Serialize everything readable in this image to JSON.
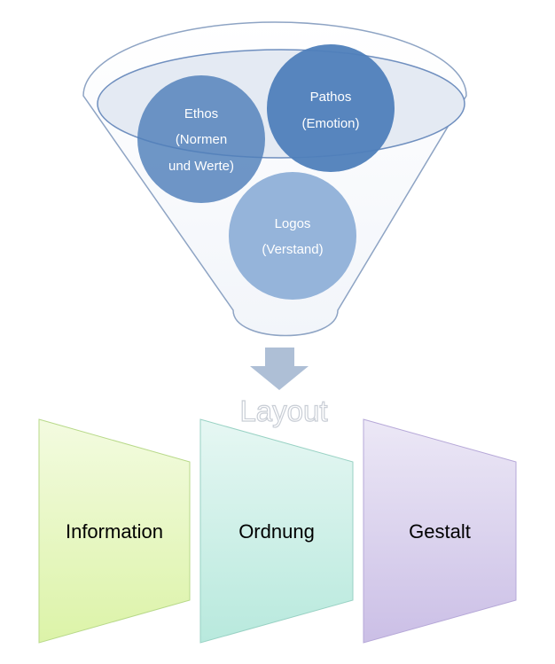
{
  "funnel": {
    "circles": [
      {
        "id": "ethos",
        "lines": [
          "Ethos",
          "(Normen",
          "und Werte)"
        ]
      },
      {
        "id": "pathos",
        "lines": [
          "Pathos",
          "(Emotion)"
        ]
      },
      {
        "id": "logos",
        "lines": [
          "Logos",
          "(Verstand)"
        ]
      }
    ]
  },
  "result": {
    "label": "Layout"
  },
  "boxes": [
    {
      "id": "information",
      "label": "Information"
    },
    {
      "id": "ordnung",
      "label": "Ordnung"
    },
    {
      "id": "gestalt",
      "label": "Gestalt"
    }
  ],
  "colors": {
    "circle_dark": "#4f7fba",
    "circle_light": "#8fb0d8",
    "funnel_rim": "#e4eaf3",
    "funnel_stroke": "#8ea4c4",
    "arrow": "#aebfd6",
    "box_information": "#eaf7c7",
    "box_ordnung": "#cfeee6",
    "box_gestalt": "#ddd6ef"
  }
}
